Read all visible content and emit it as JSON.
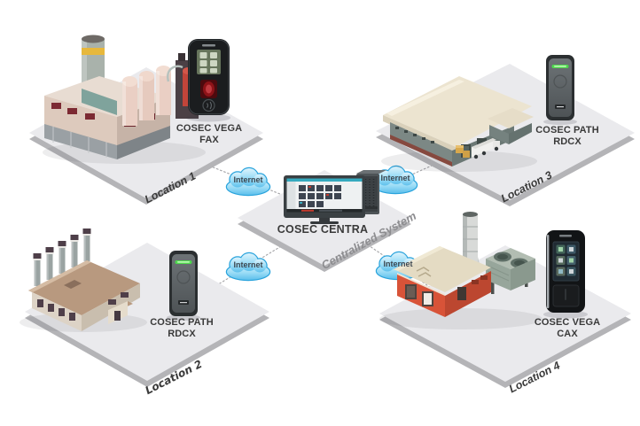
{
  "center": {
    "system_label": "COSEC CENTRA",
    "caption": "Centralized System"
  },
  "network": {
    "cloud_label": "Internet",
    "cloud_count": 4
  },
  "locations": [
    {
      "name": "Location 1",
      "device_name": "COSEC VEGA FAX",
      "device_line1": "COSEC VEGA",
      "device_line2": "FAX",
      "building": "power-plant"
    },
    {
      "name": "Location 2",
      "device_name": "COSEC PATH RDCX",
      "device_line1": "COSEC PATH",
      "device_line2": "RDCX",
      "building": "factory-five-chimneys"
    },
    {
      "name": "Location 3",
      "device_name": "COSEC PATH RDCX",
      "device_line1": "COSEC PATH",
      "device_line2": "RDCX",
      "building": "warehouse-with-truck"
    },
    {
      "name": "Location 4",
      "device_name": "COSEC VEGA CAX",
      "device_line1": "COSEC VEGA",
      "device_line2": "CAX",
      "building": "red-factory-cooling-tower"
    }
  ],
  "colors": {
    "cloud_border": "#29a3dc",
    "cloud_fill": "#8fd6f4",
    "platform_top": "#eaeaed",
    "platform_edge": "#b4b4b7",
    "label_dark": "#3a3a3a",
    "caption_gray": "#8d8d90",
    "led_green": "#4ed94d",
    "fingerprint_red": "#a0161c",
    "building_red": "#d85338",
    "chimney_band_yellow": "#e7b83c"
  }
}
